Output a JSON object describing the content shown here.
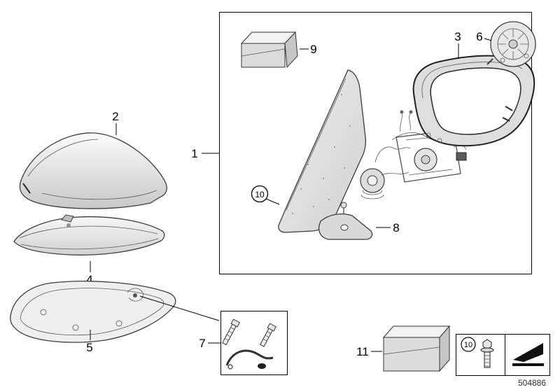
{
  "diagram": {
    "title_hint": "exterior-mirror-exploded-parts-diagram",
    "part_code": "504886",
    "callouts": {
      "c1": "1",
      "c2": "2",
      "c3": "3",
      "c4": "4",
      "c5": "5",
      "c6": "6",
      "c7": "7",
      "c8": "8",
      "c9": "9",
      "c10": "10",
      "c11": "11"
    },
    "legend": {
      "screw_ref": "10"
    },
    "colors": {
      "background": "#ffffff",
      "line": "#000000",
      "part_fill_light": "#f4f4f4",
      "part_fill_mid": "#dedede",
      "part_fill_dark": "#c9c9c9"
    }
  }
}
